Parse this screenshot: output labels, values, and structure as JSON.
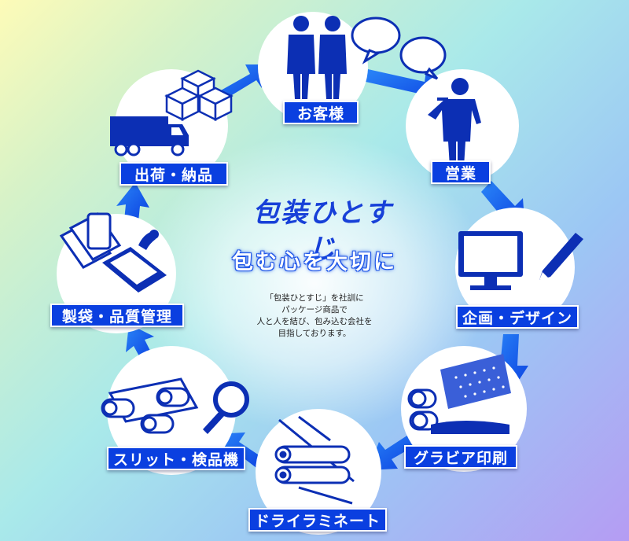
{
  "center": {
    "logo": "包装ひとすじ",
    "tagline": "包む心を大切に",
    "description": [
      "「包装ひとすじ」を社訓に",
      "パッケージ商品で",
      "人と人を結び、包み込む会社を",
      "目指しております。"
    ]
  },
  "steps": [
    {
      "label": "お客様",
      "icon": "customers-icon"
    },
    {
      "label": "営業",
      "icon": "salesperson-icon"
    },
    {
      "label": "企画・デザイン",
      "icon": "computer-design-icon"
    },
    {
      "label": "グラビア印刷",
      "icon": "gravure-printing-icon"
    },
    {
      "label": "ドライラミネート",
      "icon": "laminate-rolls-icon"
    },
    {
      "label": "スリット・検品機",
      "icon": "slitter-inspection-icon"
    },
    {
      "label": "製袋・品質管理",
      "icon": "bag-making-icon"
    },
    {
      "label": "出荷・納品",
      "icon": "delivery-truck-icon"
    }
  ],
  "colors": {
    "accent": "#0a3fe0",
    "arrow": "#1f6ff0",
    "icon": "#0c2fb4"
  }
}
